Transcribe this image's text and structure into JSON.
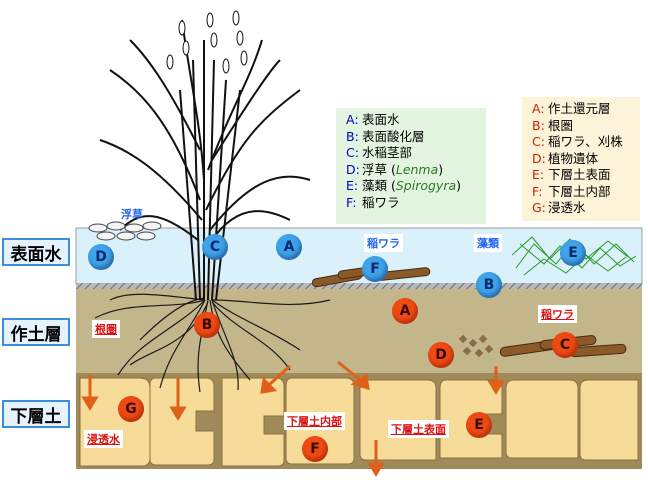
{
  "side_labels": {
    "surface_water": "表面水",
    "plow_layer": "作土層",
    "subsoil": "下層土"
  },
  "legend_blue": [
    {
      "key": "A:",
      "text": "表面水"
    },
    {
      "key": "B:",
      "text": "表面酸化層"
    },
    {
      "key": "C:",
      "text": "水稲茎部"
    },
    {
      "key": "D:",
      "text": "浮草 (",
      "italic": "Lenma",
      "tail": ")"
    },
    {
      "key": "E:",
      "text": "藻類 (",
      "italic": "Spirogyra",
      "tail": ")"
    },
    {
      "key": "F:",
      "text": "稲ワラ"
    }
  ],
  "legend_red": [
    {
      "key": "A:",
      "text": "作土還元層"
    },
    {
      "key": "B:",
      "text": "根圏"
    },
    {
      "key": "C:",
      "text": "稲ワラ、刈株"
    },
    {
      "key": "D:",
      "text": "植物遺体"
    },
    {
      "key": "E:",
      "text": "下層土表面"
    },
    {
      "key": "F:",
      "text": "下層土内部"
    },
    {
      "key": "G:",
      "text": "浸透水"
    }
  ],
  "tags": {
    "duckweed": "浮草",
    "straw_water": "稲ワラ",
    "algae": "藻類",
    "rhizosphere": "根圏",
    "straw_soil": "稲ワラ",
    "percolation": "浸透水",
    "subsoil_interior": "下層土内部",
    "subsoil_surface": "下層土表面"
  },
  "markers": {
    "blue_D": "D",
    "blue_C": "C",
    "blue_A": "A",
    "blue_F": "F",
    "blue_E": "E",
    "blue_B": "B",
    "red_A": "A",
    "red_B": "B",
    "red_C": "C",
    "red_D": "D",
    "red_E": "E",
    "red_F": "F",
    "red_G": "G"
  },
  "colors": {
    "water": "#daf0fb",
    "plow_soil": "#c2b68a",
    "subsoil_clod": "#f6dc98",
    "subsoil_crack": "#a08a5a",
    "arrow": "#e0601a",
    "label_border": "#3a8fd8",
    "blue_text": "#2266ee",
    "red_text": "#dd1111"
  }
}
